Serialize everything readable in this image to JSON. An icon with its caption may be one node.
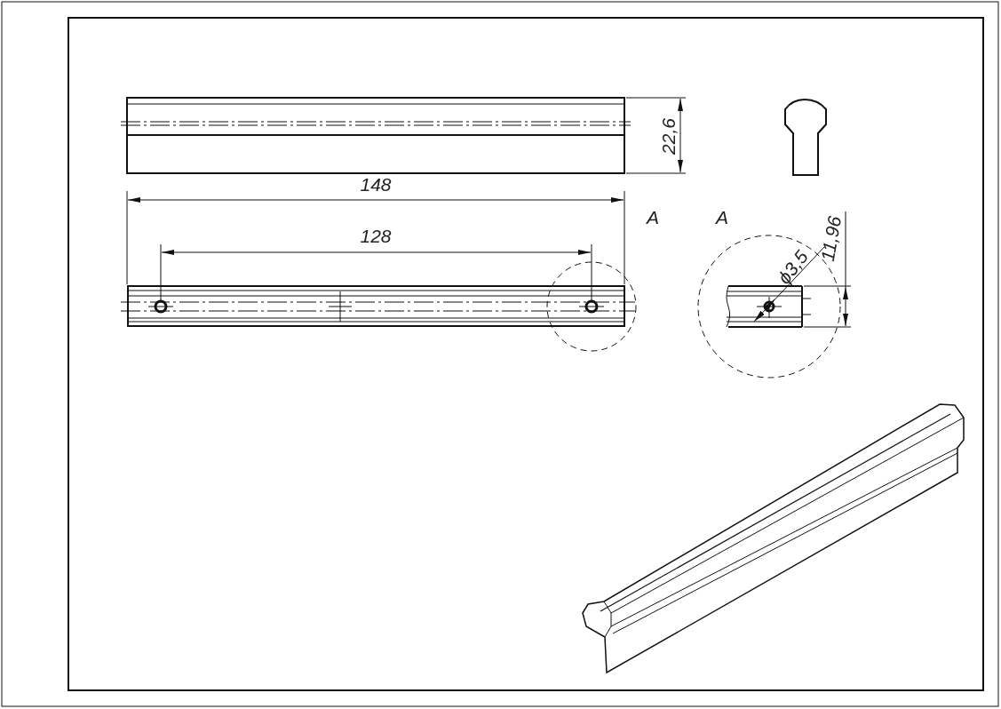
{
  "diagram": {
    "labels": [
      "22,6",
      "148",
      "A",
      "A",
      "128",
      "ϕ3,5",
      "11,96"
    ]
  }
}
